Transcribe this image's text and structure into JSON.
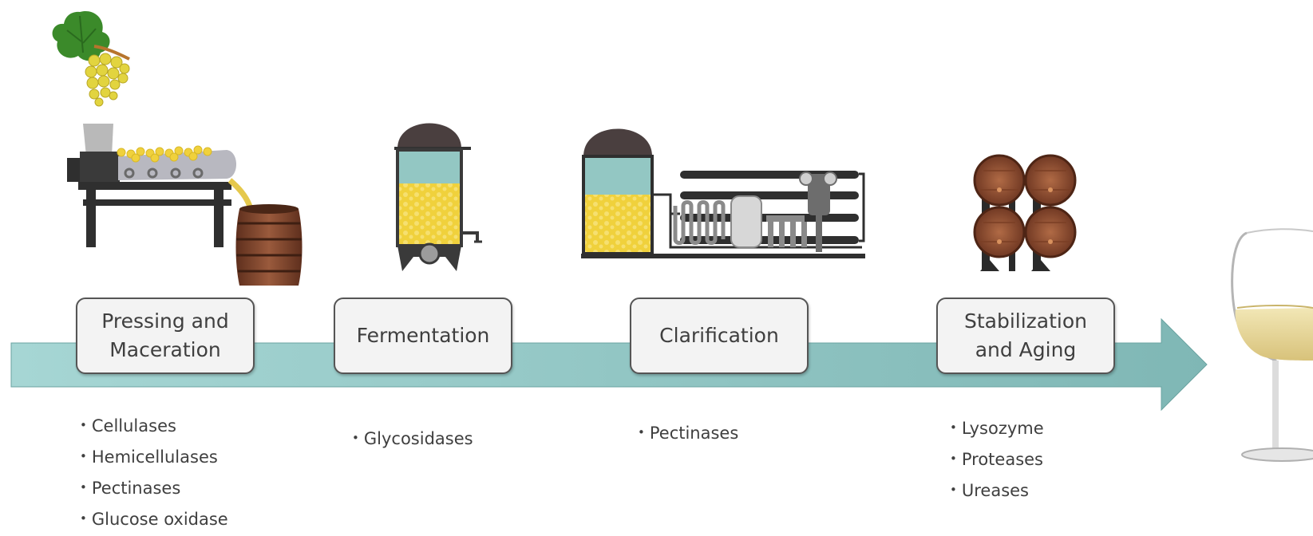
{
  "stages": [
    {
      "label": "Pressing and\nMaceration",
      "enzymes": [
        "Cellulases",
        "Hemicellulases",
        "Pectinases",
        "Glucose oxidase"
      ]
    },
    {
      "label": "Fermentation",
      "enzymes": [
        "Glycosidases"
      ]
    },
    {
      "label": "Clarification",
      "enzymes": [
        "Pectinases"
      ]
    },
    {
      "label": "Stabilization\nand Aging",
      "enzymes": [
        "Lysozyme",
        "Proteases",
        "Ureases"
      ]
    }
  ],
  "colors": {
    "arrow": "#94cac8",
    "grape": "#e8d23a",
    "juice": "#f0d13c",
    "tank_top": "#93c7c3",
    "dome": "#4a3f3f",
    "barrel": "#8a4a2e",
    "machine": "#2f2f2f",
    "wine": "#e9dca0"
  },
  "icons": [
    "grape-cluster-icon",
    "press-machine-icon",
    "wooden-barrel-icon",
    "fermentation-tank-icon",
    "clarification-system-icon",
    "stacked-barrels-icon",
    "wine-glass-icon"
  ]
}
